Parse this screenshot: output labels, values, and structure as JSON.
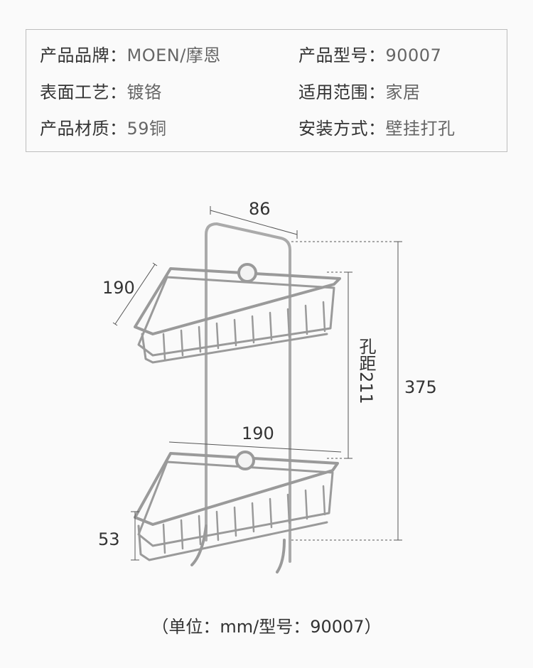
{
  "specs": [
    {
      "label": "产品品牌：",
      "value": "MOEN/摩恩"
    },
    {
      "label": "产品型号：",
      "value": "90007"
    },
    {
      "label": "表面工艺：",
      "value": "镀铬"
    },
    {
      "label": "适用范围：",
      "value": "家居"
    },
    {
      "label": "产品材质：",
      "value": "59铜"
    },
    {
      "label": "安装方式：",
      "value": "壁挂打孔"
    }
  ],
  "dimensions": {
    "depth_top": "86",
    "side_top": "190",
    "front_bottom": "190",
    "hole_distance": "孔距211",
    "height": "375",
    "basket_height": "53"
  },
  "caption": "（单位：mm/型号：90007）"
}
